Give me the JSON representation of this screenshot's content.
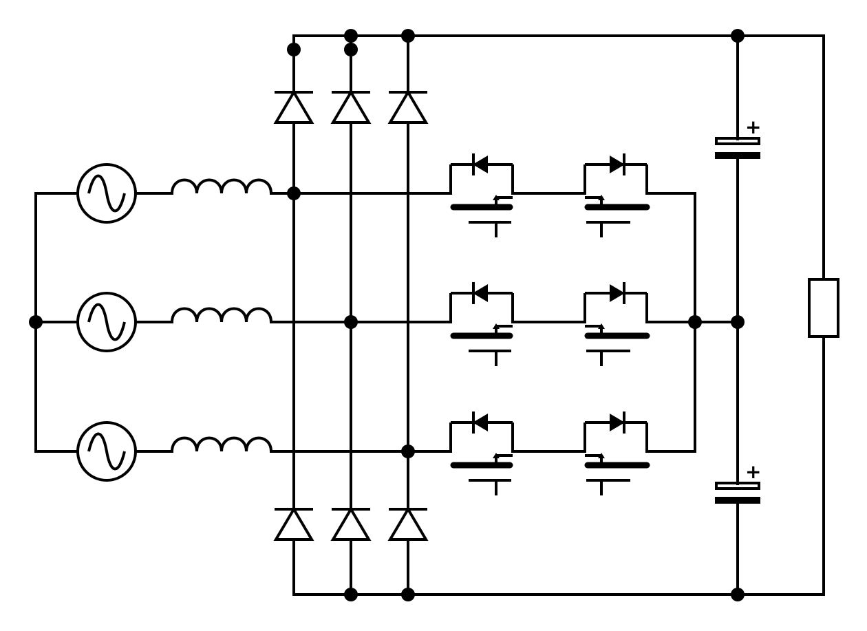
{
  "diagram": {
    "type": "three-phase Vienna-type rectifier schematic",
    "components": {
      "ac_sources": 3,
      "inductors": 3,
      "diodes": 6,
      "mosfets_with_body_diode": 6,
      "capacitors": 2,
      "resistors": 1
    },
    "capacitor_polarity_mark": "+",
    "colors": {
      "line": "#000000",
      "background": "#ffffff"
    }
  }
}
